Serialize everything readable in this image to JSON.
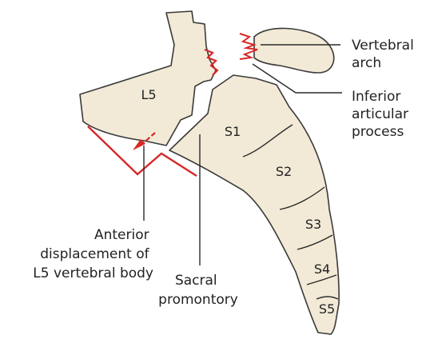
{
  "colors": {
    "bone_fill": "#f2ead6",
    "outline": "#3a3a3a",
    "fracture_red": "#d62828",
    "text": "#222222"
  },
  "vertebrae": {
    "l5": "L5",
    "s1": "S1",
    "s2": "S2",
    "s3": "S3",
    "s4": "S4",
    "s5": "S5"
  },
  "labels": {
    "vertebral_arch": [
      "Vertebral",
      "arch"
    ],
    "inferior_articular_process": [
      "Inferior",
      "articular",
      "process"
    ],
    "anterior_displacement": [
      "Anterior",
      "displacement of",
      "L5 vertebral body"
    ],
    "sacral_promontory": [
      "Sacral",
      "promontory"
    ]
  }
}
